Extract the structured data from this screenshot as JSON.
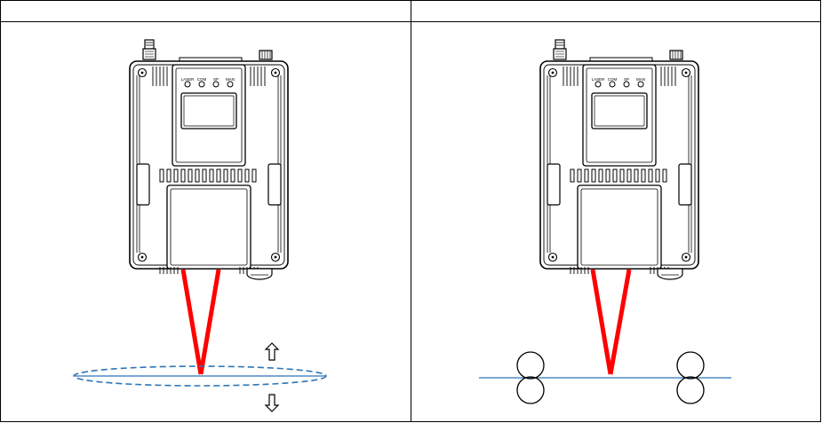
{
  "table": {
    "columns": [
      {
        "header": "",
        "scene": "vibrating-surface"
      },
      {
        "header": "",
        "scene": "roller-web"
      }
    ],
    "border_color": "#000000"
  },
  "device": {
    "led_labels": [
      "LASER",
      "COM",
      "SP",
      "MAN"
    ],
    "outline_color": "#000000"
  },
  "laser": {
    "color": "#ff0000"
  },
  "target": {
    "color": "#2e75b6"
  },
  "motion_arrows": [
    "up",
    "down"
  ]
}
